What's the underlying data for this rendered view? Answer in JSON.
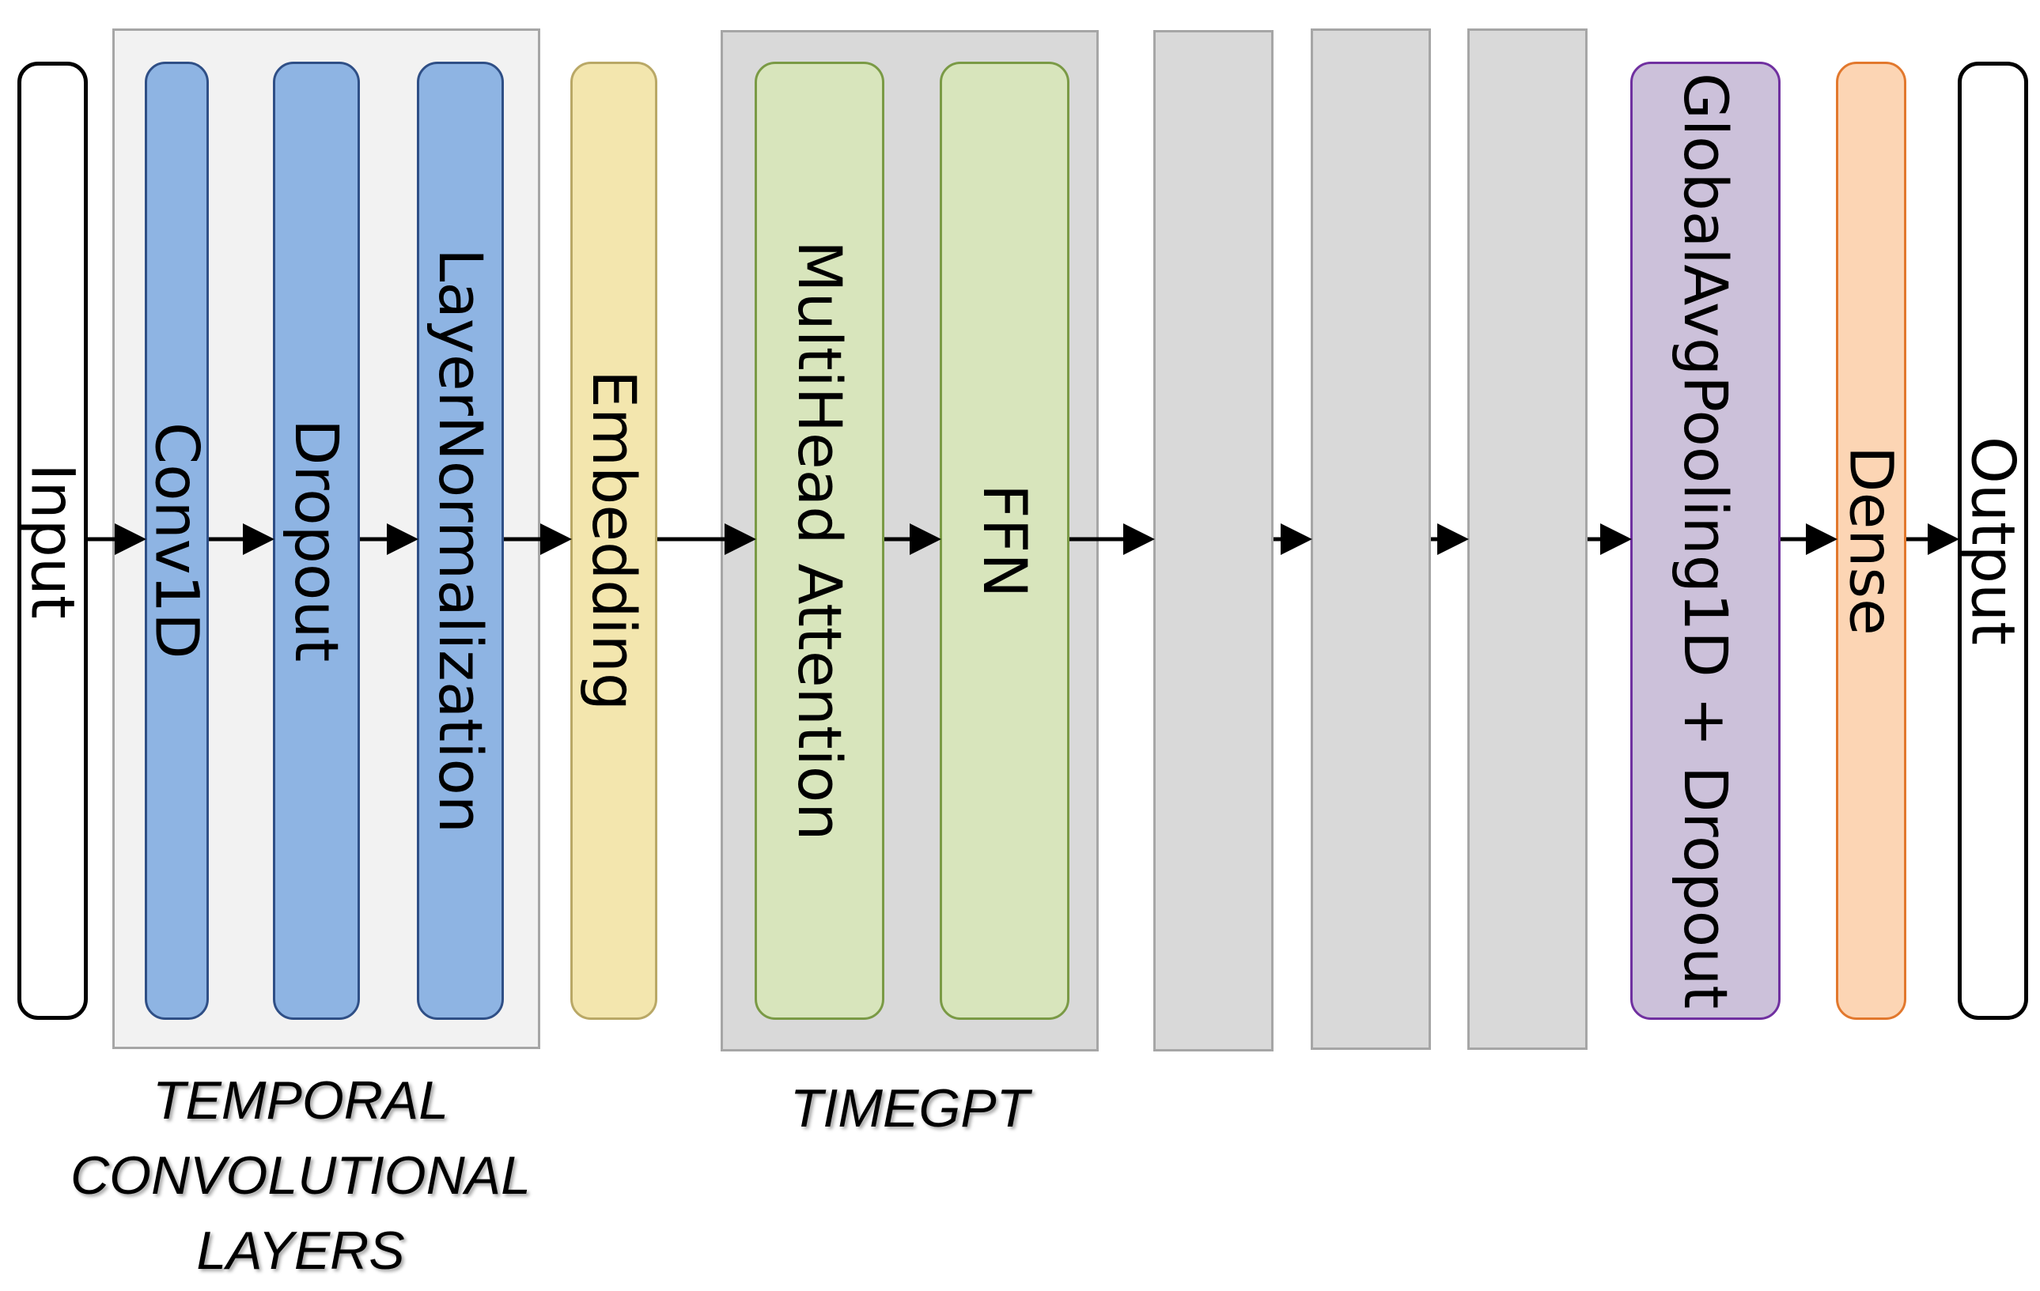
{
  "layers": {
    "input": "Input",
    "conv1d": "Conv1D",
    "dropout": "Dropout",
    "layer_norm": "LayerNormalization",
    "embedding": "Embedding",
    "multihead_attention": "MultiHead Attention",
    "ffn": "FFN",
    "global_avg_pooling": "GlobalAvgPooling1D + Dropout",
    "dense": "Dense",
    "output": "Output"
  },
  "groups": {
    "temporal_conv": {
      "caption_line1": "TEMPORAL",
      "caption_line2": "CONVOLUTIONAL",
      "caption_line3": "LAYERS"
    },
    "timegpt": {
      "caption": "TIMEGPT"
    }
  },
  "colors": {
    "conv_layers": "#8eb4e3",
    "embedding": "#f3e6ae",
    "transformer_blocks": "#d8e5bc",
    "pooling": "#ccc1da",
    "dense": "#fcd5b4",
    "group_light": "#f2f2f2",
    "group_mid": "#d9d9d9"
  }
}
